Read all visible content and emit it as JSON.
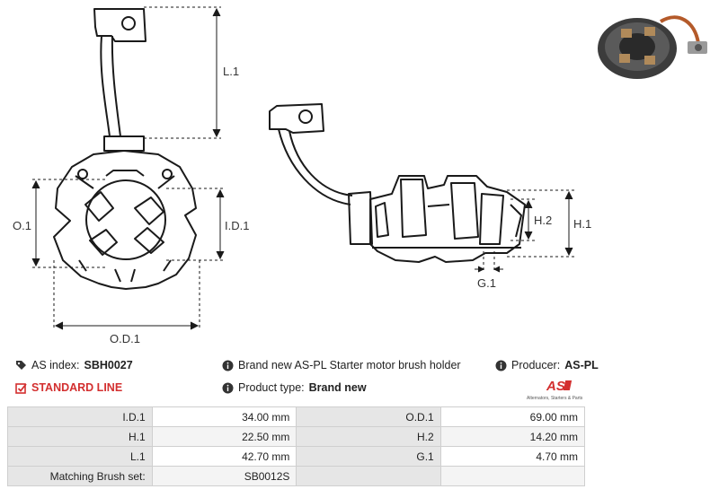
{
  "drawing": {
    "labels": {
      "L1": "L.1",
      "O1": "O.1",
      "ID1": "I.D.1",
      "OD1": "O.D.1",
      "H2": "H.2",
      "H1": "H.1",
      "G1": "G.1"
    }
  },
  "info": {
    "as_index_label": "AS index:",
    "as_index_value": "SBH0027",
    "standard_line": "STANDARD LINE",
    "description": "Brand new AS-PL Starter motor brush holder",
    "product_type_label": "Product type:",
    "product_type_value": "Brand new",
    "producer_label": "Producer:",
    "producer_value": "AS-PL",
    "logo_text": "AS",
    "logo_tagline": "Alternators, Starters & Parts"
  },
  "specs": [
    {
      "label_a": "I.D.1",
      "value_a": "34.00 mm",
      "label_b": "O.D.1",
      "value_b": "69.00 mm"
    },
    {
      "label_a": "H.1",
      "value_a": "22.50 mm",
      "label_b": "H.2",
      "value_b": "14.20 mm"
    },
    {
      "label_a": "L.1",
      "value_a": "42.70 mm",
      "label_b": "G.1",
      "value_b": "4.70 mm"
    },
    {
      "label_a": "Matching Brush set:",
      "value_a": "SB0012S",
      "label_b": "",
      "value_b": ""
    }
  ],
  "colors": {
    "accent_red": "#d32f2f",
    "line": "#1a1a1a"
  }
}
